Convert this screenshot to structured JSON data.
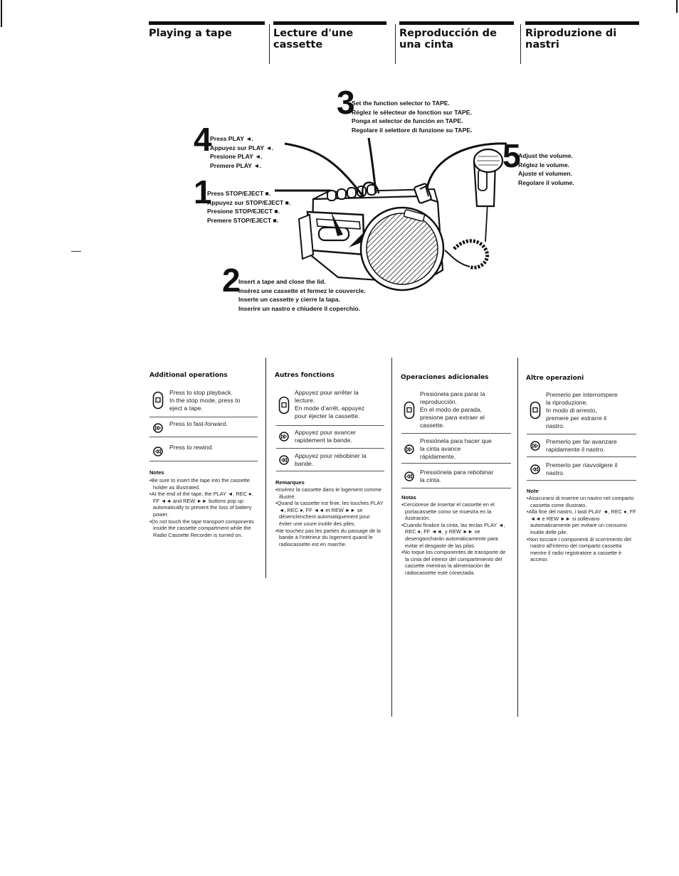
{
  "headers": [
    {
      "title": "Playing a tape"
    },
    {
      "title": "Lecture d'une cassette"
    },
    {
      "title": "Reproducción de una cinta"
    },
    {
      "title": "Riproduzione di nastri"
    }
  ],
  "steps": [
    {
      "num": "1",
      "lines": [
        "Press STOP/EJECT ■.",
        "Appuyez sur STOP/EJECT ■.",
        "Presione STOP/EJECT ■.",
        "Premere STOP/EJECT ■."
      ]
    },
    {
      "num": "2",
      "lines": [
        "Insert a tape and close the lid.",
        "Insérez une cassette et fermez le couvercle.",
        "Inserte un cassette y cierre la tapa.",
        "Inserire un nastro e chiudere il coperchio."
      ]
    },
    {
      "num": "3",
      "lines": [
        "Set the function selector to TAPE.",
        "Réglez le sélecteur de fonction sur TAPE.",
        "Ponga el selector de función en TAPE.",
        "Regolare il selettore di funzione su TAPE."
      ]
    },
    {
      "num": "4",
      "lines": [
        "Press PLAY ◄.",
        "Appuyez sur PLAY ◄.",
        "Presione PLAY ◄.",
        "Premere PLAY ◄."
      ]
    },
    {
      "num": "5",
      "lines": [
        "Adjust the volume.",
        "Réglez le volume.",
        "Ajuste el volumen.",
        "Regolare il volume."
      ]
    }
  ],
  "columns": [
    {
      "title": "Additional operations",
      "ops": [
        [
          "Press to stop playback.",
          "In the stop mode, press to",
          "eject a tape."
        ],
        [
          "Press to fast-forward."
        ],
        [
          "Press to rewind."
        ]
      ],
      "notes_title": "Notes",
      "notes": [
        "Be sure to insert the tape into the cassette holder as illustrated.",
        "At the end of the tape, the PLAY ◄, REC ●, FF ◄◄ and REW ►► buttons pop up automatically to prevent the loss of battery power.",
        "Do not touch the tape transport components inside the cassette compartment while the Radio Cassette Recorder is turned on."
      ]
    },
    {
      "title": "Autres fonctions",
      "ops": [
        [
          "Appuyez pour arrêter la",
          "lecture.",
          "En mode d'arrêt, appuyez",
          "pour éjecter la cassette."
        ],
        [
          "Appuyez pour avancer",
          "rapidement la bande."
        ],
        [
          "Appuyez pour rebobiner la",
          "bande."
        ]
      ],
      "notes_title": "Remarques",
      "notes": [
        "Insérez la cassette dans le logement comme illustré.",
        "Quand la cassette est finie, les touches PLAY ◄, REC ●, FF ◄◄ et REW ►► se désenclenchent automatiquement pour éviter une usure inutile des piles.",
        "Ne touchez pas les parties du passage de la bande à l'intérieur du logement quand le radiocassette est en marche."
      ]
    },
    {
      "title": "Operaciones adicionales",
      "ops": [
        [
          "Presiónela para parar la",
          "reproducción.",
          "En el modo de parada,",
          "presione para extraer el",
          "cassette."
        ],
        [
          "Presiónela para hacer que",
          "la cinta avance",
          "rápidamente."
        ],
        [
          "Pressiónela para rebobinar",
          "la cinta."
        ]
      ],
      "notes_title": "Notas",
      "notes": [
        "Cerciórese de insertar el cassette en el portacassette como se muestra en la ilustración.",
        "Cuando finalice la cinta, las teclas PLAY ◄, REC ●, FF ◄◄, y REW ►► se desengancharán automáticamente para evitar el desgaste de las pilas.",
        "No toque los componentes de transporte de la cinta del interior del compartimiento del cassette mientras la alimentación de radiocassette esté conectada."
      ]
    },
    {
      "title": "Altre operazioni",
      "ops": [
        [
          "Premerlo per interrompere",
          "la riproduzione.",
          "In modo di arresto,",
          "premere per estrarre il",
          "nastro."
        ],
        [
          "Premerlo per far avanzare",
          "rapidamente il nastro."
        ],
        [
          "Premerlo per riavvolgere il",
          "nastro."
        ]
      ],
      "notes_title": "Note",
      "notes": [
        "Assicurarsi di inserire un nastro nel comparto cassetta come illustrato.",
        "Alla fine del nastro, i tasti PLAY ◄, REC ●, FF ◄◄ e REW ►► si sollevano automaticamente per evitare un consumo inutile delle pile.",
        "Non toccare i componenti di scorrimento del nastro all'interno del comparto cassetta mentre il radio registratore a cassette è acceso."
      ]
    }
  ]
}
